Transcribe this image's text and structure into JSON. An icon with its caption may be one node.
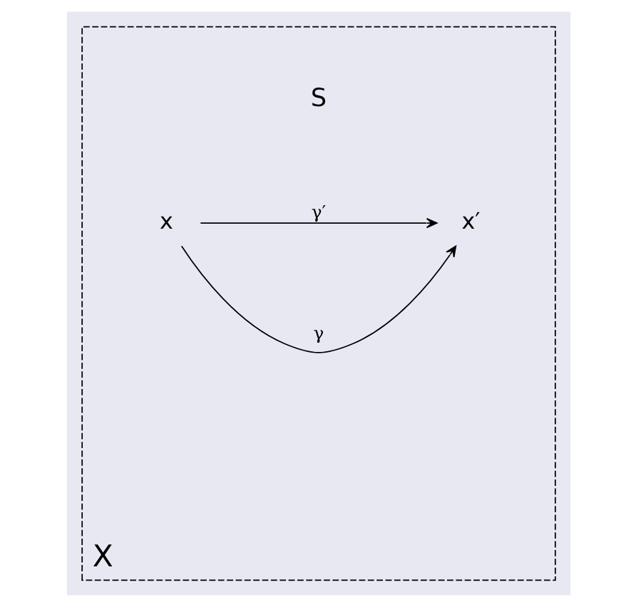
{
  "diagram": {
    "nodes": [
      {
        "text": [
          "X"
        ]
      },
      {
        "text": [
          "x"
        ],
        "in": 0
      },
      {
        "text": [
          "x′"
        ],
        "in": 0
      }
    ],
    "edges": [
      {
        "from": 1,
        "to": 2,
        "arrow": "to",
        "label": "γ"
      },
      {
        "from": 1,
        "to": 2,
        "arrow": "to",
        "label": "γ′"
      }
    ],
    "labels": [
      "S"
    ]
  }
}
